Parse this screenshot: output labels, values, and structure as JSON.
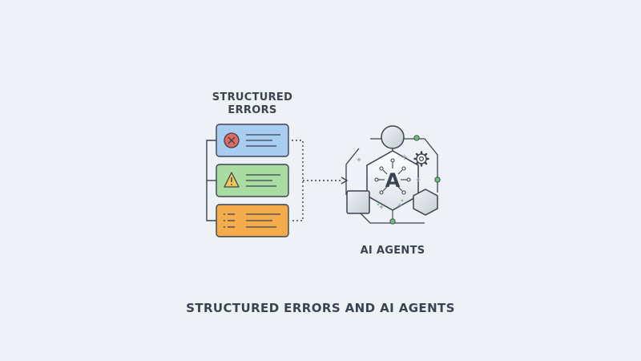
{
  "diagram": {
    "left_title": "STRUCTURED\nERRORS",
    "right_title": "AI AGENTS",
    "caption": "STRUCTURED ERRORS AND AI AGENTS",
    "agent_letter": "A"
  },
  "error_cards": [
    {
      "kind": "error",
      "icon": "x-circle-icon",
      "fill": "#a9cdf0",
      "icon_color": "#e06a5e"
    },
    {
      "kind": "warning",
      "icon": "warning-triangle-icon",
      "fill": "#a9dca0",
      "icon_color": "#e6a93a"
    },
    {
      "kind": "list",
      "icon": "list-icon",
      "fill": "#f3ab4c",
      "icon_color": "#3a4352"
    }
  ],
  "colors": {
    "background": "#eef2f6",
    "stroke": "#3a4352",
    "accent_green": "#6fbf73",
    "node_fill": "#d9dee5"
  }
}
